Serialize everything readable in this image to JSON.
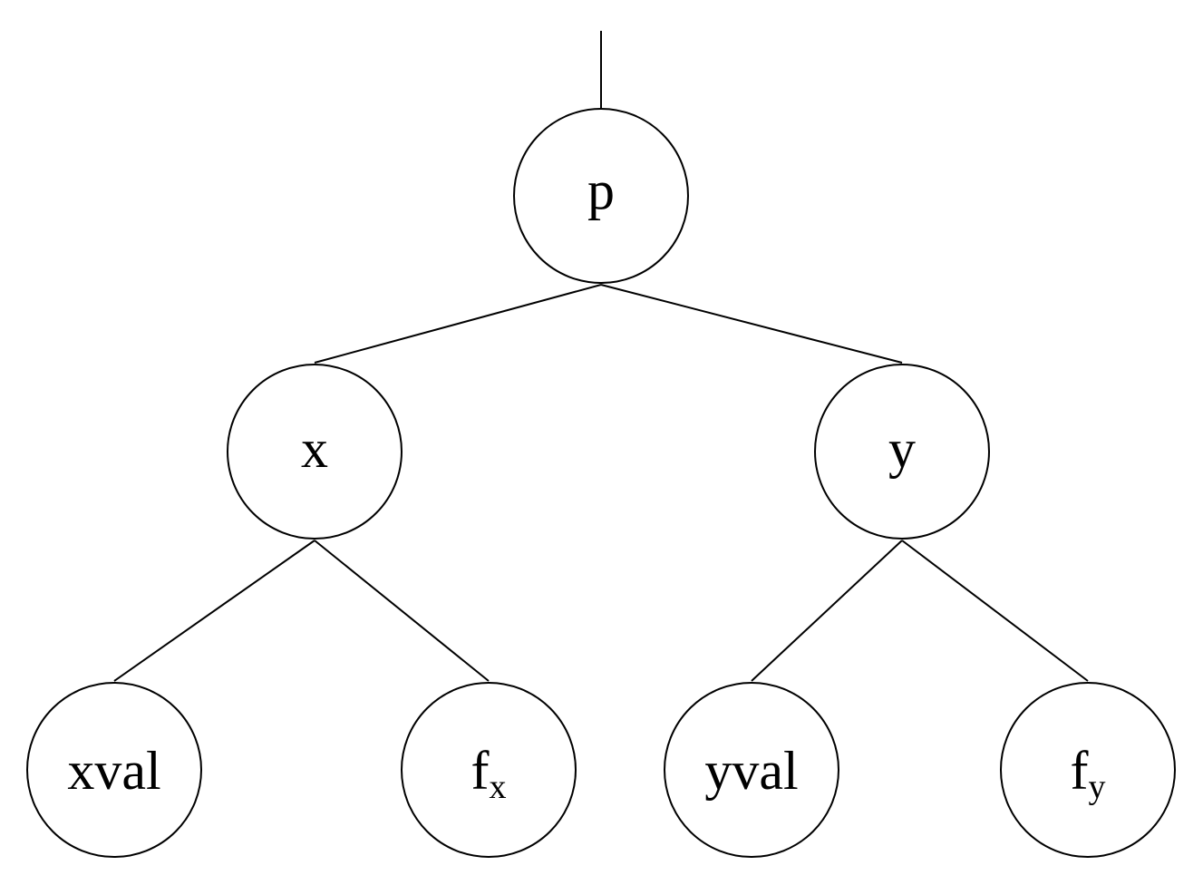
{
  "diagram": {
    "type": "binary-tree",
    "colors": {
      "stroke": "#000000",
      "background": "#ffffff"
    },
    "nodes": {
      "p": {
        "label": "p"
      },
      "x": {
        "label": "x"
      },
      "y": {
        "label": "y"
      },
      "xval": {
        "label": "xval"
      },
      "fx": {
        "label": "f",
        "subscript": "x"
      },
      "yval": {
        "label": "yval"
      },
      "fy": {
        "label": "f",
        "subscript": "y"
      }
    },
    "edges": [
      [
        "p",
        "x"
      ],
      [
        "p",
        "y"
      ],
      [
        "x",
        "xval"
      ],
      [
        "x",
        "fx"
      ],
      [
        "y",
        "yval"
      ],
      [
        "y",
        "fy"
      ]
    ],
    "root_incoming_edge": true
  }
}
